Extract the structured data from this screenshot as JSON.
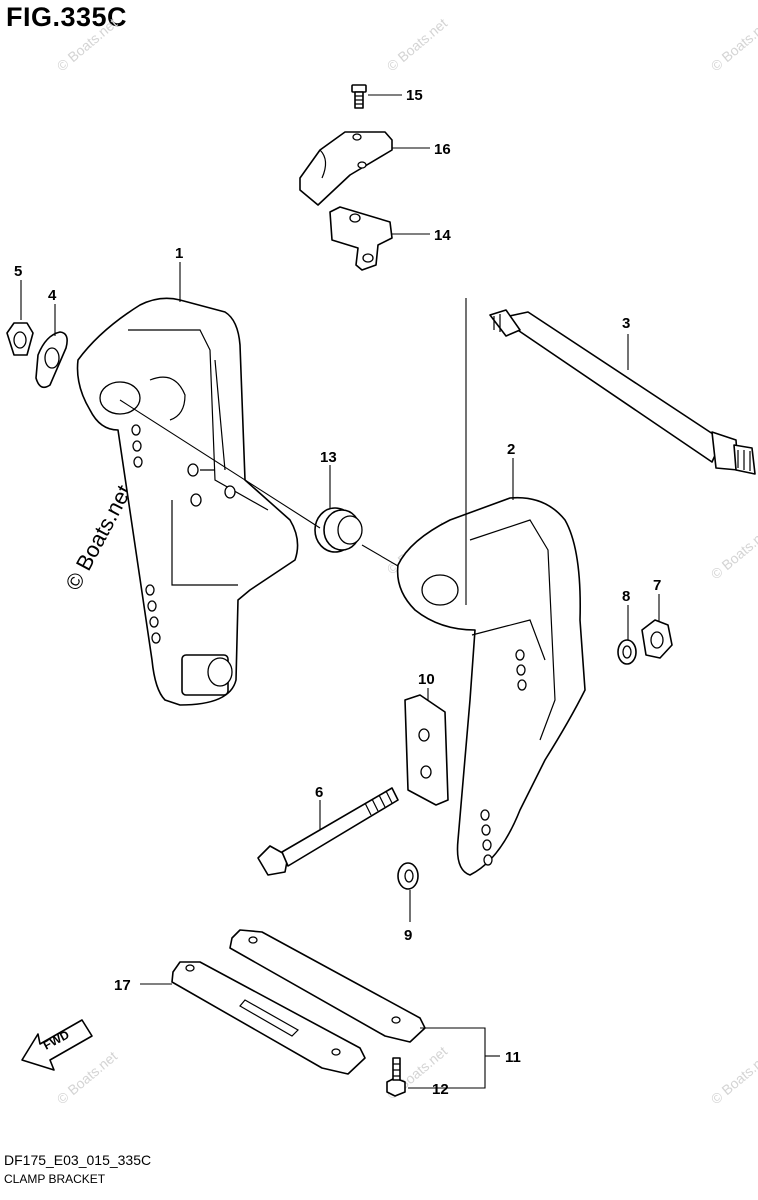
{
  "figure": {
    "title": "FIG.335C",
    "code": "DF175_E03_015_335C",
    "name": "CLAMP BRACKET"
  },
  "watermark": {
    "main": "© Boats.net",
    "small": "© Boats.net",
    "color": "#d4d4d4"
  },
  "fwd_label": "FWD",
  "callouts": [
    "1",
    "2",
    "3",
    "4",
    "5",
    "6",
    "7",
    "8",
    "9",
    "10",
    "11",
    "12",
    "13",
    "14",
    "15",
    "16",
    "17"
  ],
  "colors": {
    "line": "#000000",
    "background": "#ffffff"
  }
}
